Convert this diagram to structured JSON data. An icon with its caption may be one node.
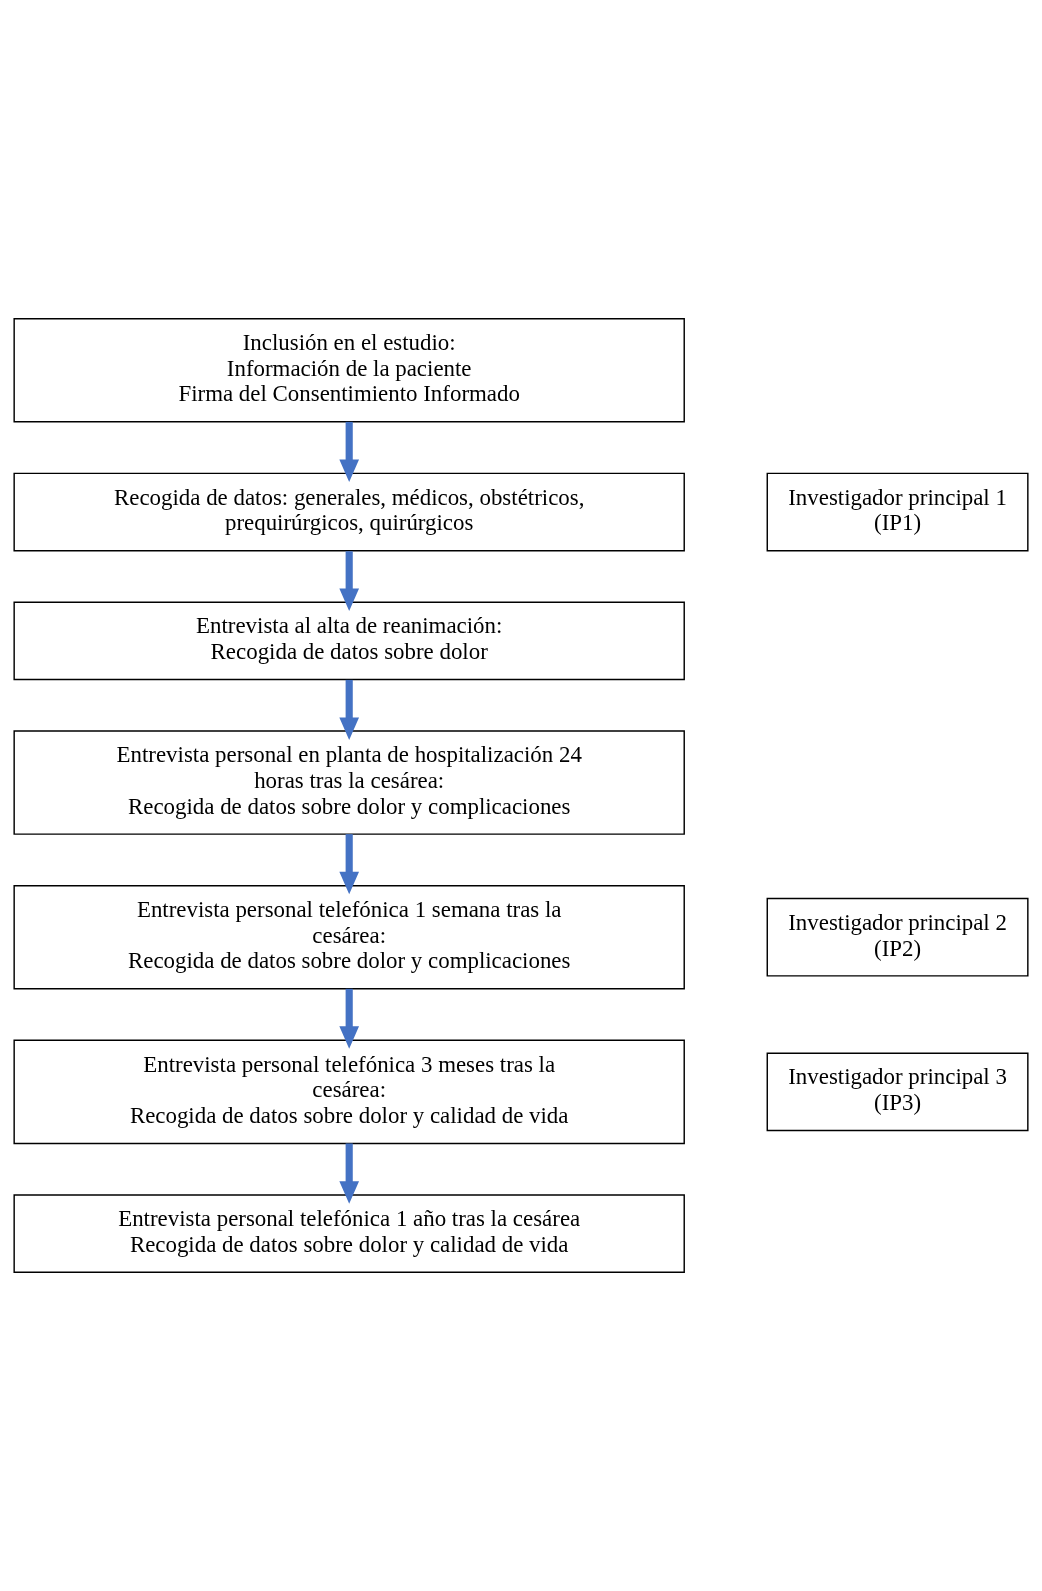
{
  "diagram": {
    "nodes": [
      {
        "text": [
          "Inclusión en el estudio:",
          "Información de la paciente",
          "Firma del Consentimiento Informado"
        ]
      },
      {
        "text": [
          "Recogida de datos: generales, médicos, obstétricos, prequirúrgicos, quirúrgicos"
        ]
      },
      {
        "text": [
          "Entrevista al alta de reanimación:",
          "Recogida de datos sobre dolor"
        ]
      },
      {
        "text": [
          "Entrevista personal en planta de hospitalización 24 horas tras la cesárea:",
          "Recogida de datos sobre dolor y complicaciones"
        ]
      },
      {
        "text": [
          "Entrevista personal telefónica 1 semana tras la cesárea:",
          "Recogida de datos sobre dolor y complicaciones"
        ]
      },
      {
        "text": [
          "Entrevista personal telefónica 3 meses tras la cesárea:",
          "Recogida de datos sobre dolor y calidad de vida"
        ]
      },
      {
        "text": [
          "Entrevista personal telefónica 1 año tras la cesárea",
          "Recogida de datos sobre dolor y calidad de vida"
        ]
      },
      {
        "text": [
          "Investigador principal 1 (IP1)"
        ]
      },
      {
        "text": [
          "Investigador principal 2 (IP2)"
        ]
      },
      {
        "text": [
          "Investigador principal 3 (IP3)"
        ]
      }
    ],
    "edges": [
      {
        "from": 0,
        "to": 1,
        "arrow": "to"
      },
      {
        "from": 1,
        "to": 2,
        "arrow": "to"
      },
      {
        "from": 2,
        "to": 3,
        "arrow": "to"
      },
      {
        "from": 3,
        "to": 4,
        "arrow": "to"
      },
      {
        "from": 4,
        "to": 5,
        "arrow": "to"
      },
      {
        "from": 5,
        "to": 6,
        "arrow": "to"
      }
    ]
  }
}
